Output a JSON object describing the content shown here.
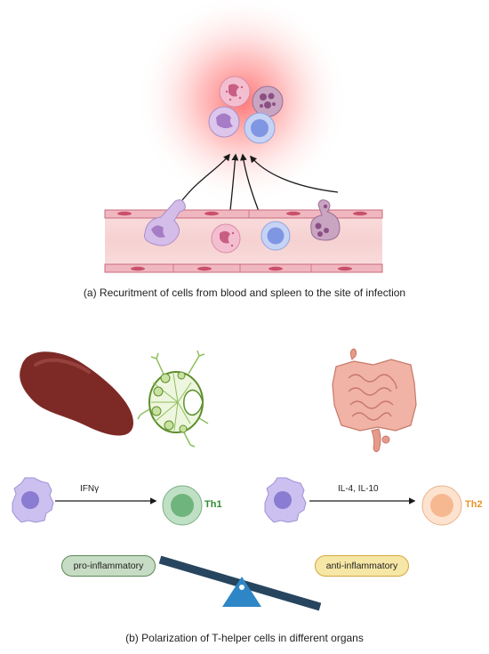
{
  "panel_a": {
    "caption": "(a) Recuritment of cells from  blood and spleen to the site of infection"
  },
  "panel_b": {
    "caption": "(b) Polarization of T-helper cells in different organs",
    "left_arrow_label": "IFNγ",
    "right_arrow_label": "IL-4, IL-10",
    "th1_label": "Th1",
    "th2_label": "Th2",
    "pro_label": "pro-inflammatory",
    "anti_label": "anti-inflammatory"
  },
  "colors": {
    "th1": "#2e8b2e",
    "th2": "#e8962a",
    "pro_pill": "#c7dcc4",
    "anti_pill": "#f7e7a6",
    "seesaw_beam": "#27455f",
    "seesaw_base": "#2f86c6",
    "vessel": "#f6d3d3",
    "vessel_border": "#c96b7b"
  }
}
